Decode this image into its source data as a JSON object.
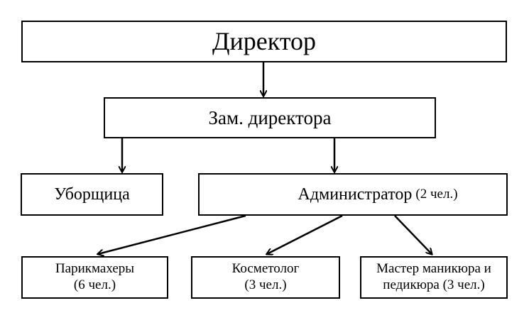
{
  "director": {
    "label": "Директор"
  },
  "deputy": {
    "label": "Зам. директора"
  },
  "cleaner": {
    "label": "Уборщица"
  },
  "administrator": {
    "label": "Администратор",
    "count": "(2 чел.)"
  },
  "hairdressers": {
    "line1": "Парикмахеры",
    "line2": "(6 чел.)"
  },
  "cosmetologist": {
    "line1": "Косметолог",
    "line2": "(3 чел.)"
  },
  "nail_master": {
    "line1": "Мастер маникюра и",
    "line2": "педикюра (3 чел.)"
  }
}
